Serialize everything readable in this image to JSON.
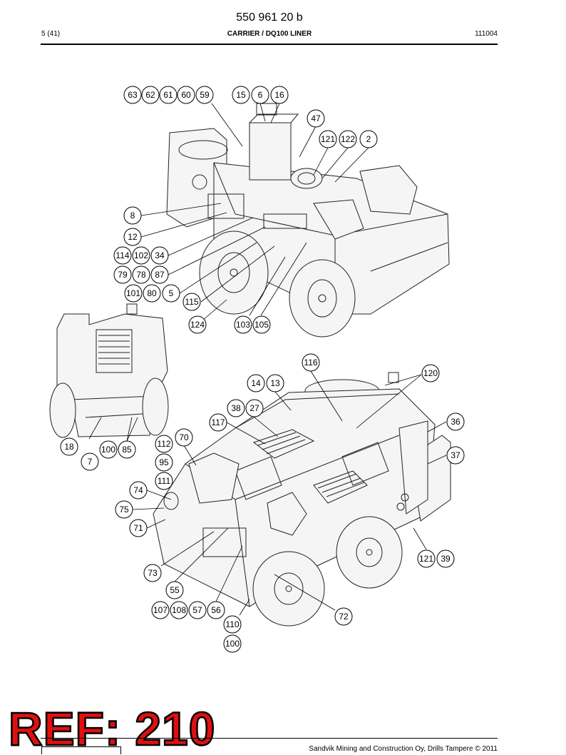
{
  "header": {
    "doc_number": "550 961 20 b",
    "page": "5 (41)",
    "title": "CARRIER / DQ100 LINER",
    "date_code": "111004"
  },
  "callouts": {
    "c63": "63",
    "c62": "62",
    "c61": "61",
    "c60": "60",
    "c59": "59",
    "c15": "15",
    "c6": "6",
    "c16": "16",
    "c47": "47",
    "c121a": "121",
    "c122": "122",
    "c2": "2",
    "c8": "8",
    "c12": "12",
    "c114": "114",
    "c102": "102",
    "c34": "34",
    "c79": "79",
    "c78": "78",
    "c87": "87",
    "c101": "101",
    "c80": "80",
    "c5": "5",
    "c115": "115",
    "c124": "124",
    "c103": "103",
    "c105": "105",
    "c116": "116",
    "c120": "120",
    "c14": "14",
    "c13": "13",
    "c38": "38",
    "c27": "27",
    "c117": "117",
    "c36": "36",
    "c18": "18",
    "c100a": "100",
    "c85": "85",
    "c7": "7",
    "c112": "112",
    "c70": "70",
    "c95": "95",
    "c37": "37",
    "c111": "111",
    "c74": "74",
    "c75": "75",
    "c71": "71",
    "c121b": "121",
    "c39": "39",
    "c73": "73",
    "c55": "55",
    "c107": "107",
    "c108": "108",
    "c57": "57",
    "c56": "56",
    "c72": "72",
    "c110": "110",
    "c100b": "100"
  },
  "stamp": {
    "ref": "REF: 210"
  },
  "footer": {
    "copyright": "Sandvik Mining and Construction Oy, Drills Tampere © 2011"
  }
}
